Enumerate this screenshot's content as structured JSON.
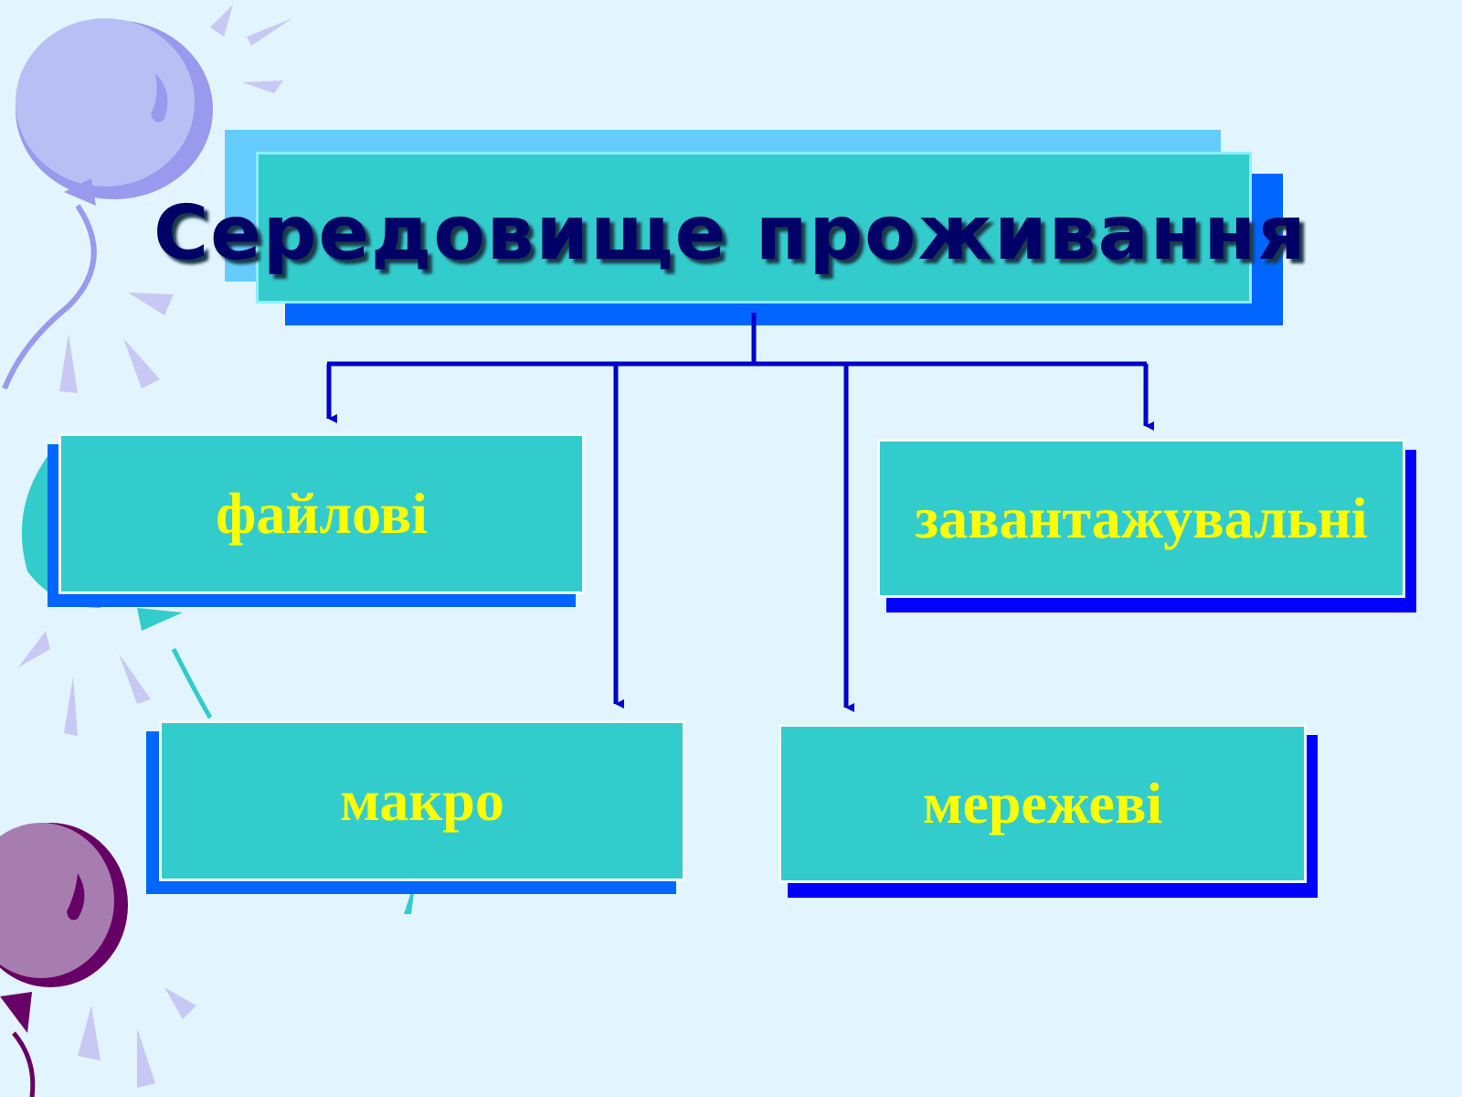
{
  "diagram": {
    "title": "Середовище проживання",
    "nodes": [
      {
        "id": "files",
        "label": "файлові"
      },
      {
        "id": "boot",
        "label": "завантажувальні"
      },
      {
        "id": "macro",
        "label": "макро"
      },
      {
        "id": "network",
        "label": "мережеві"
      }
    ],
    "edges": [
      {
        "from": "title",
        "to": "files"
      },
      {
        "from": "title",
        "to": "macro"
      },
      {
        "from": "title",
        "to": "network"
      },
      {
        "from": "title",
        "to": "boot"
      }
    ]
  },
  "colors": {
    "background": "#e2f4fd",
    "box_fill": "#33cccc",
    "box_shadow": "#0066ff",
    "title_back_panel": "#66ccff",
    "title_text": "#000066",
    "label_text": "#ffff00",
    "connector": "#0000cc"
  }
}
